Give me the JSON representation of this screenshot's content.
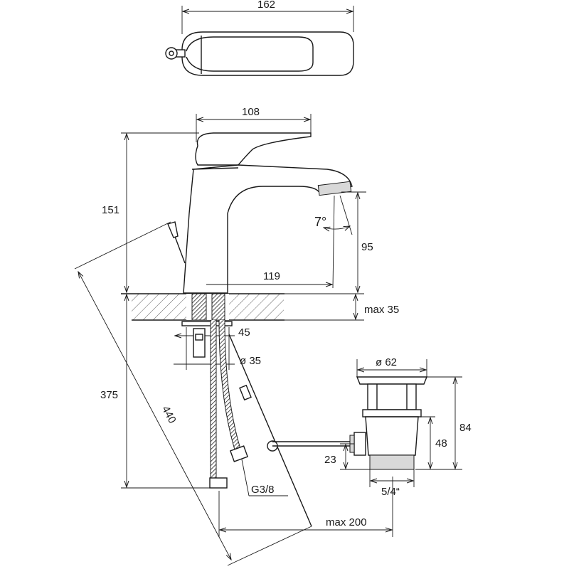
{
  "drawing": {
    "top_view": {
      "width_label": "162"
    },
    "side_view": {
      "handle_width_label": "108",
      "height_label": "151",
      "angle_label": "7°",
      "spout_height_label": "95",
      "spout_reach_label": "119",
      "counter_thickness_label": "max 35",
      "hole_label": "45",
      "hole_diameter_label": "ø 35",
      "hose_length_label": "375",
      "rod_length_label": "440",
      "connection_label": "G3/8",
      "rod_reach_label": "max 200"
    },
    "drain": {
      "diameter_label": "ø 62",
      "height_label": "84",
      "body_height_label": "48",
      "outlet_height_label": "23",
      "thread_label": "5/4“"
    }
  }
}
